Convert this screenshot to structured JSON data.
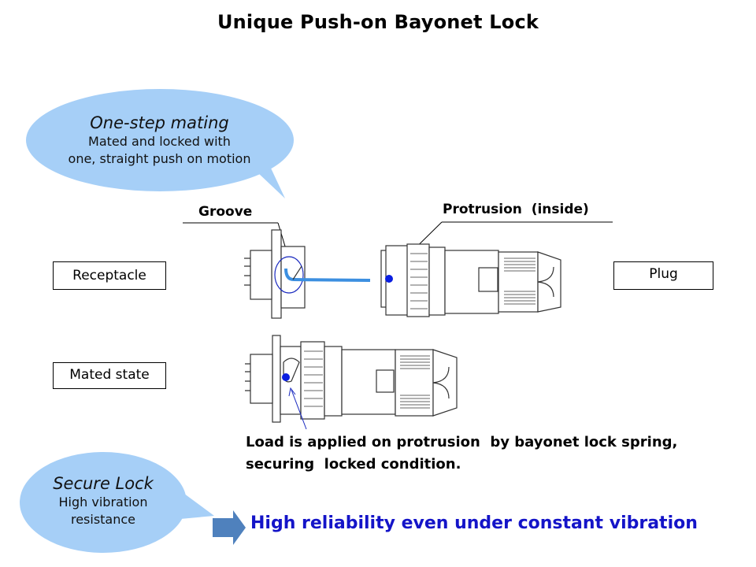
{
  "title": "Unique Push-on Bayonet Lock",
  "bubbles": {
    "one_step": {
      "heading": "One-step mating",
      "line1": "Mated and locked with",
      "line2": "one, straight push on motion"
    },
    "secure_lock": {
      "heading": "Secure Lock",
      "line1": "High vibration",
      "line2": "resistance"
    }
  },
  "callouts": {
    "groove": "Groove",
    "protrusion": "Protrusion  (inside)"
  },
  "labels": {
    "receptacle": "Receptacle",
    "plug": "Plug",
    "mated_state": "Mated state"
  },
  "load_note": {
    "line1": "Load is applied on protrusion  by bayonet lock spring,",
    "line2": "securing  locked condition."
  },
  "conclusion": "High reliability even under constant vibration",
  "colors": {
    "bubble_fill": "#a6cff7",
    "arrow_fill": "#4f81bd",
    "conclusion_text": "#1414c8",
    "groove_path": "#3c8fe0",
    "protrusion_dot": "#0a1ee0"
  }
}
